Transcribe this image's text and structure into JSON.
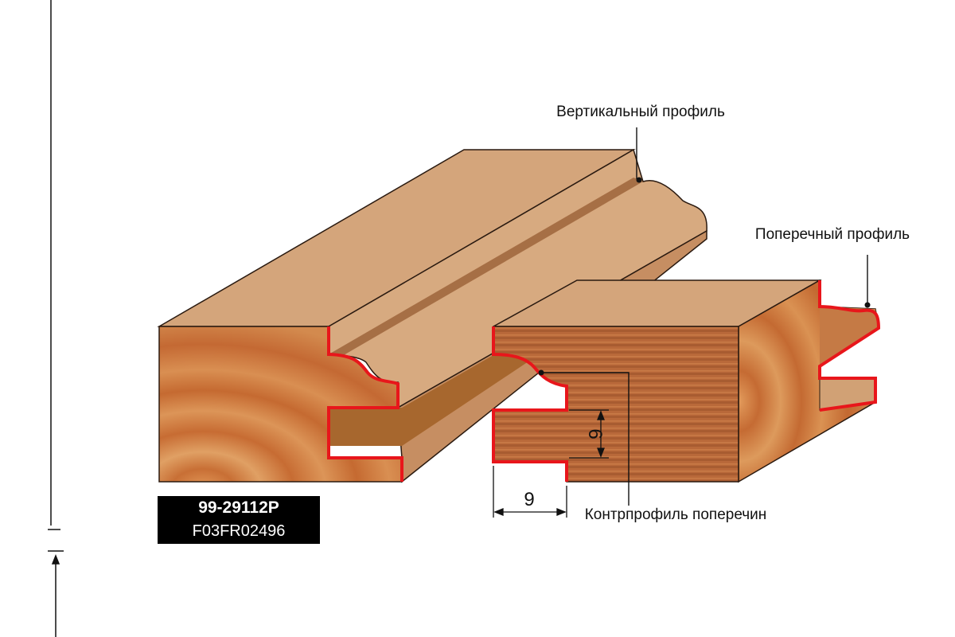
{
  "labels": {
    "vertical_profile": "Вертикальный профиль",
    "cross_profile": "Поперечный профиль",
    "counter_profile": "Контрпрофиль поперечин"
  },
  "dimensions": {
    "width": "9",
    "height": "6"
  },
  "product": {
    "code": "99-29112P",
    "ref": "F03FR02496"
  },
  "colors": {
    "wood_top": "#d6a67a",
    "wood_end": "#cf7a3a",
    "wood_face": "#b86a3a",
    "profile_line": "#e8161b",
    "label_box": "#000000"
  }
}
